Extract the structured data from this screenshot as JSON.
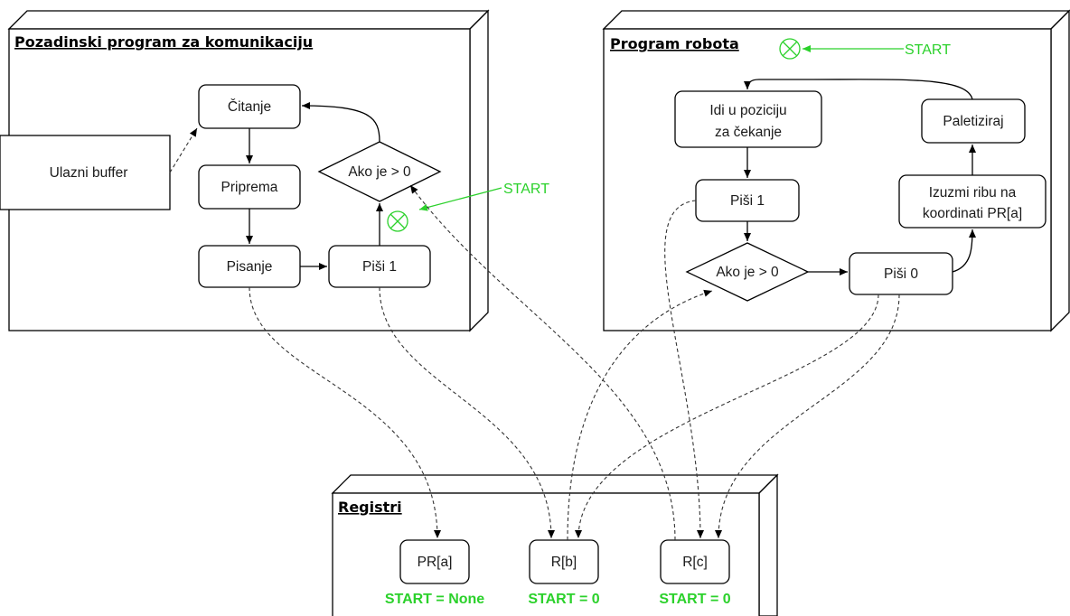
{
  "frames": {
    "communication": {
      "title": "Pozadinski program za komunikaciju"
    },
    "robot": {
      "title": "Program robota"
    },
    "registers": {
      "title": "Registri"
    }
  },
  "communication_nodes": {
    "input_buffer": "Ulazni buffer",
    "read": "Čitanje",
    "prepare": "Priprema",
    "write": "Pisanje",
    "write_one": "Piši 1",
    "condition": "Ako je > 0",
    "start": "START"
  },
  "robot_nodes": {
    "wait_position_line1": "Idi u poziciju",
    "wait_position_line2": "za čekanje",
    "write_one": "Piši 1",
    "condition": "Ako je > 0",
    "write_zero": "Piši 0",
    "take_fish_line1": "Izuzmi ribu na",
    "take_fish_line2": "koordinati PR[a]",
    "palletize": "Paletiziraj",
    "start": "START"
  },
  "registers": [
    {
      "name": "PR[a]",
      "init": "START = None"
    },
    {
      "name": "R[b]",
      "init": "START = 0"
    },
    {
      "name": "R[c]",
      "init": "START = 0"
    }
  ],
  "colors": {
    "start_green": "#2bd12b",
    "line": "#000000"
  }
}
